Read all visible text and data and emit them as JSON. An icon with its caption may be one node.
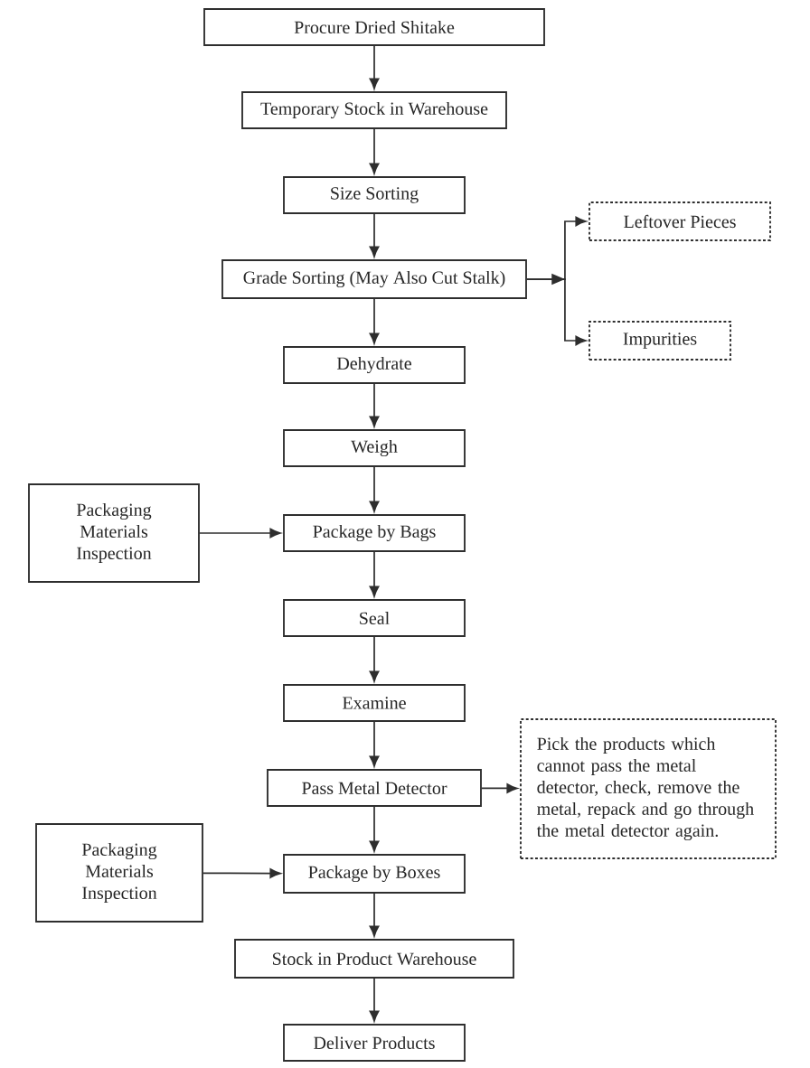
{
  "diagram": {
    "nodes": [
      {
        "text": [
          "Procure Dried Shitake"
        ]
      },
      {
        "text": [
          "Temporary Stock in Warehouse"
        ]
      },
      {
        "text": [
          "Size Sorting"
        ]
      },
      {
        "text": [
          "Grade Sorting (May Also Cut Stalk)"
        ]
      },
      {
        "text": [
          "Leftover Pieces"
        ]
      },
      {
        "text": [
          "Impurities"
        ]
      },
      {
        "text": [
          "Dehydrate"
        ]
      },
      {
        "text": [
          "Weigh"
        ]
      },
      {
        "text": [
          "Packaging Materials Inspection"
        ]
      },
      {
        "text": [
          "Package by Bags"
        ]
      },
      {
        "text": [
          "Seal"
        ]
      },
      {
        "text": [
          "Examine"
        ]
      },
      {
        "text": [
          "Pass Metal Detector"
        ]
      },
      {
        "text": [
          "Pick the products which cannot pass the metal detector, check, remove the metal, repack and go through the metal detector again."
        ]
      },
      {
        "text": [
          "Packaging Materials Inspection"
        ]
      },
      {
        "text": [
          "Package by Boxes"
        ]
      },
      {
        "text": [
          "Stock in Product Warehouse"
        ]
      },
      {
        "text": [
          "Deliver Products"
        ]
      }
    ],
    "edges": [
      {
        "from": 0,
        "to": 1,
        "arrow": "to"
      },
      {
        "from": 1,
        "to": 2,
        "arrow": "to"
      },
      {
        "from": 2,
        "to": 3,
        "arrow": "to"
      },
      {
        "from": 3,
        "to": 4,
        "arrow": "to"
      },
      {
        "from": 3,
        "to": 5,
        "arrow": "to"
      },
      {
        "from": 3,
        "to": 6,
        "arrow": "to"
      },
      {
        "from": 6,
        "to": 7,
        "arrow": "to"
      },
      {
        "from": 7,
        "to": 9,
        "arrow": "to"
      },
      {
        "from": 8,
        "to": 9,
        "arrow": "to"
      },
      {
        "from": 9,
        "to": 10,
        "arrow": "to"
      },
      {
        "from": 10,
        "to": 11,
        "arrow": "to"
      },
      {
        "from": 11,
        "to": 12,
        "arrow": "to"
      },
      {
        "from": 12,
        "to": 13,
        "arrow": "to"
      },
      {
        "from": 12,
        "to": 15,
        "arrow": "to"
      },
      {
        "from": 14,
        "to": 15,
        "arrow": "to"
      },
      {
        "from": 15,
        "to": 16,
        "arrow": "to"
      },
      {
        "from": 16,
        "to": 17,
        "arrow": "to"
      }
    ]
  }
}
